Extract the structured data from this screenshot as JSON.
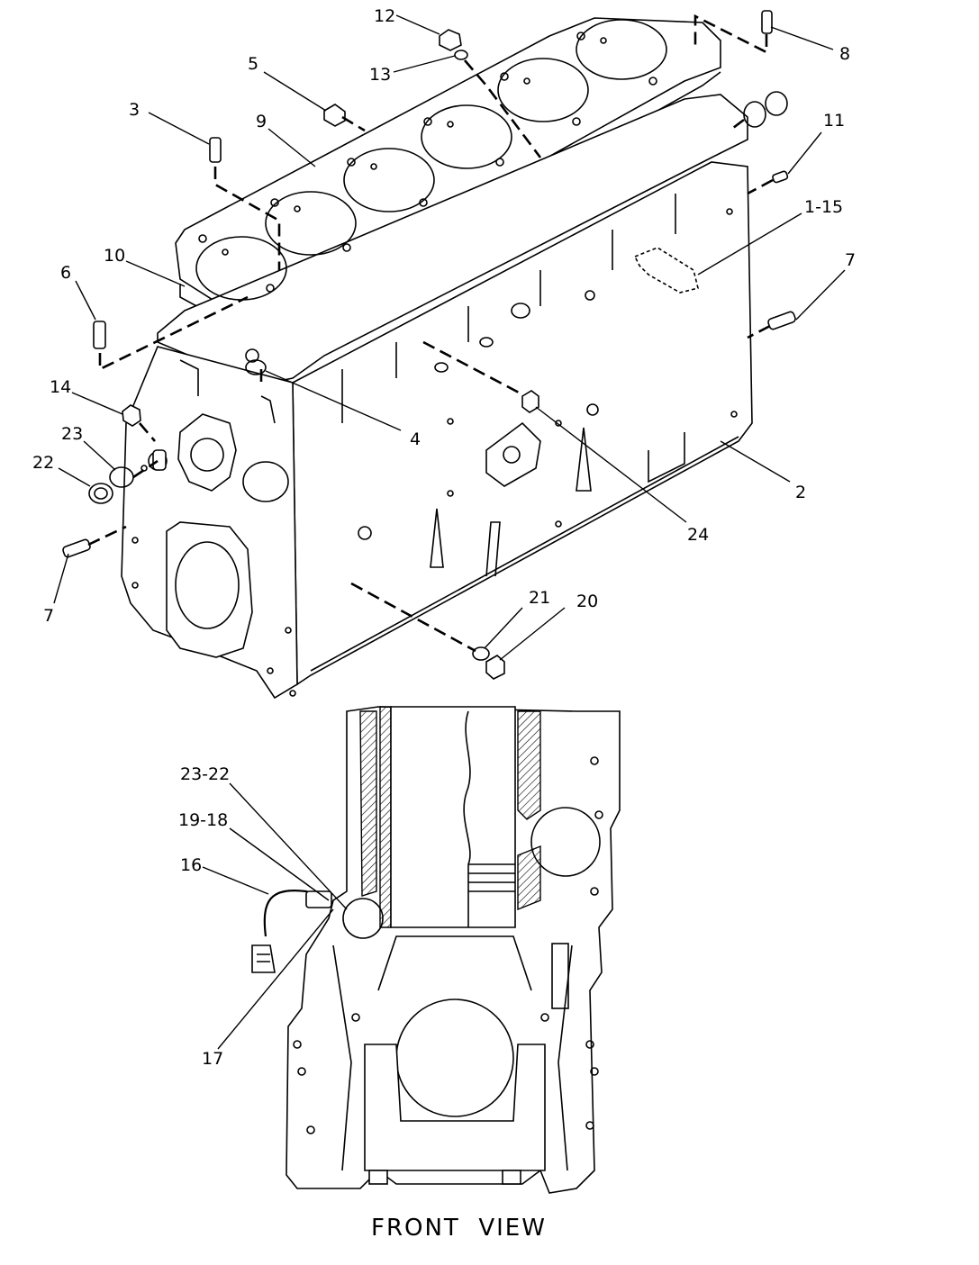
{
  "callouts": {
    "c12": "12",
    "c8": "8",
    "c13": "13",
    "c5": "5",
    "c3": "3",
    "c9": "9",
    "c11": "11",
    "c1_15": "1-15",
    "c10": "10",
    "c6": "6",
    "c7a": "7",
    "c14": "14",
    "c4": "4",
    "c23": "23",
    "c22": "22",
    "c2": "2",
    "c24": "24",
    "c7b": "7",
    "c21": "21",
    "c20": "20",
    "c23_22": "23-22",
    "c19_18": "19-18",
    "c16": "16",
    "c17": "17"
  },
  "caption": "FRONT  VIEW"
}
